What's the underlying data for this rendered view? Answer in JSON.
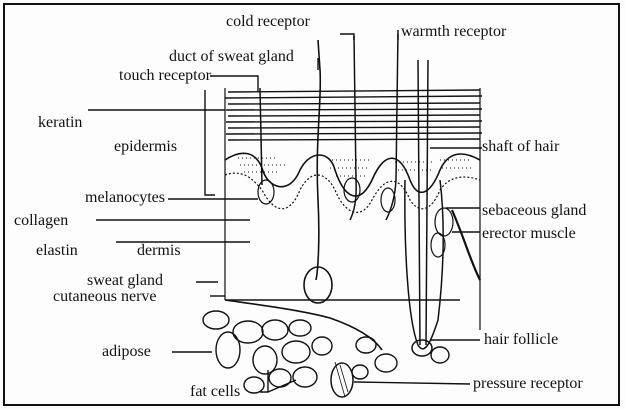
{
  "labels": {
    "cold_receptor": "cold receptor",
    "warmth_receptor": "warmth receptor",
    "duct_of_sweat_gland": "duct of sweat gland",
    "touch_receptor": "touch receptor",
    "keratin": "keratin",
    "epidermis": "epidermis",
    "shaft_of_hair": "shaft of hair",
    "melanocytes": "melanocytes",
    "collagen": "collagen",
    "elastin": "elastin",
    "dermis": "dermis",
    "sebaceous_gland": "sebaceous gland",
    "erector_muscle": "erector muscle",
    "sweat_gland": "sweat gland",
    "cutaneous_nerve": "cutaneous nerve",
    "hair_follicle": "hair follicle",
    "adipose": "adipose",
    "fat_cells": "fat cells",
    "pressure_receptor": "pressure receptor"
  },
  "colors": {
    "ink": "#111111",
    "paper": "#fdfdfd"
  }
}
